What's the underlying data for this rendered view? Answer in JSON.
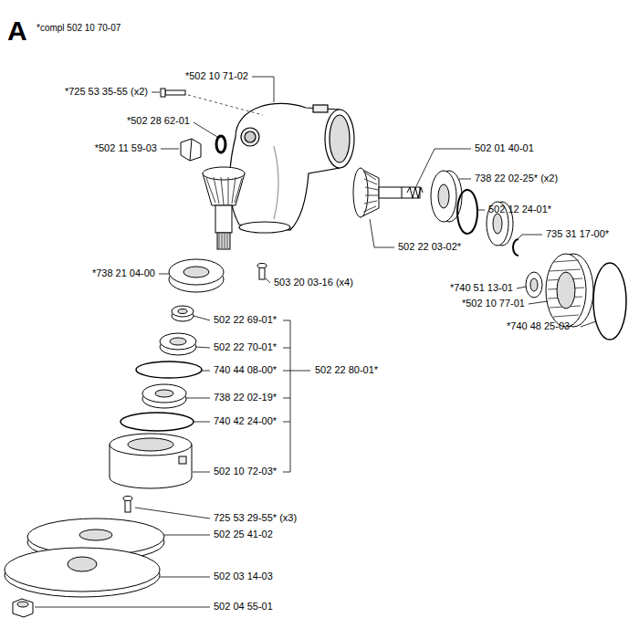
{
  "diagram": {
    "labels": [
      "A",
      "*compl 502 10 70-07",
      "*502 10 71-02",
      "*725 53 35-55 (x2)",
      "*502 28 62-01",
      "*502 11 59-03",
      "502 01 40-01",
      "738 22 02-25* (x2)",
      "502 12 24-01*",
      "735 31 17-00*",
      "502 22 03-02*",
      "*738 21 04-00",
      "503 20 03-16 (x4)",
      "*740 51 13-01",
      "*502 10 77-01",
      "502 22 69-01*",
      "*740 48 25-03",
      "502 22 70-01*",
      "502 22 80-01*",
      "740 44 08-00*",
      "738 22 02-19*",
      "740 42 24-00*",
      "502 10 72-03*",
      "725 53 29-55* (x3)",
      "502 25 41-02",
      "502 03 14-03",
      "502 04 55-01"
    ]
  }
}
